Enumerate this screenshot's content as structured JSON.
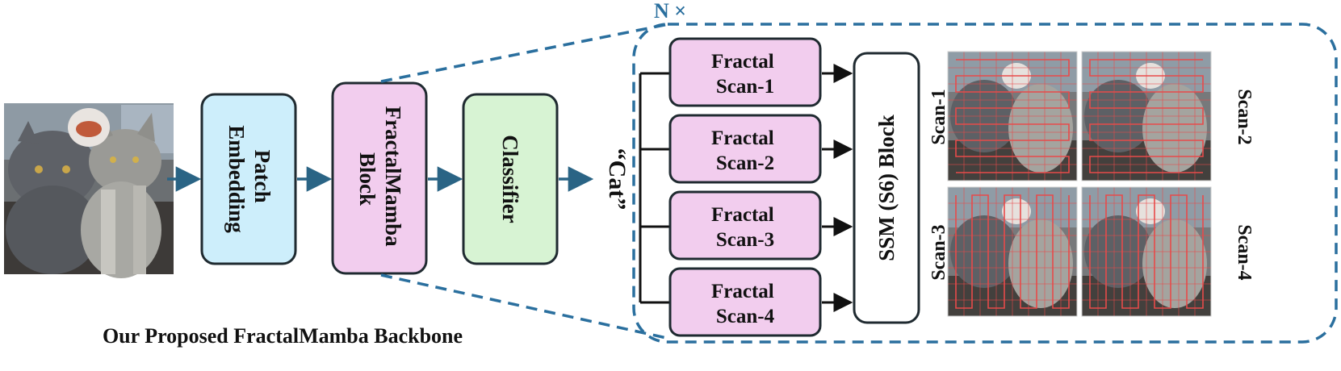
{
  "colors": {
    "embed_fill": "#cdeefb",
    "block_fill": "#f2cdee",
    "classifier_fill": "#d7f3d3",
    "white_fill": "#ffffff",
    "border": "#1f2a30",
    "arrow": "#2a6485",
    "dashed": "#2a6f9e",
    "grid_line": "#e84a4a"
  },
  "backbone": {
    "patch_embedding": [
      "Patch",
      "Embedding"
    ],
    "fractalmamba_block": [
      "FractalMamba",
      "Block"
    ],
    "classifier": "Classifier",
    "output": "“Cat”",
    "caption": "Our Proposed FractalMamba Backbone"
  },
  "detail": {
    "repeat_label": "N ×",
    "scans": [
      [
        "Fractal",
        "Scan-1"
      ],
      [
        "Fractal",
        "Scan-2"
      ],
      [
        "Fractal",
        "Scan-3"
      ],
      [
        "Fractal",
        "Scan-4"
      ]
    ],
    "ssm_block": "SSM (S6) Block",
    "scan_labels": [
      "Scan-1",
      "Scan-2",
      "Scan-3",
      "Scan-4"
    ]
  },
  "icons": {
    "input_photo": "cat-photo-icon",
    "scan_visualization": "scan-grid-icon"
  }
}
